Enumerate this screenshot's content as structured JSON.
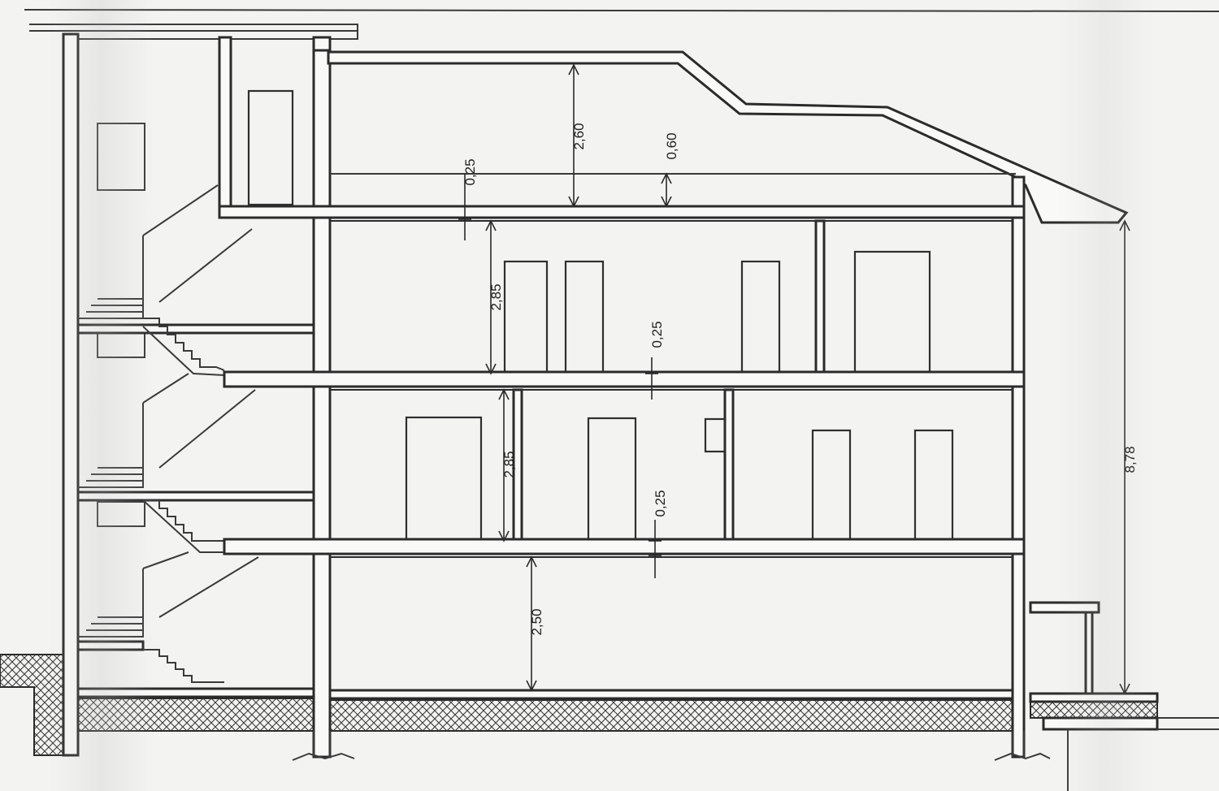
{
  "dimensions": {
    "attic_slab": "0,25",
    "attic_height": "2,60",
    "attic_parapet": "0,60",
    "floor2_height": "2,85",
    "floor2_slab": "0,25",
    "floor1_height": "2,85",
    "floor1_slab": "0,25",
    "ground_height": "2,50",
    "total_height": "8,78"
  }
}
